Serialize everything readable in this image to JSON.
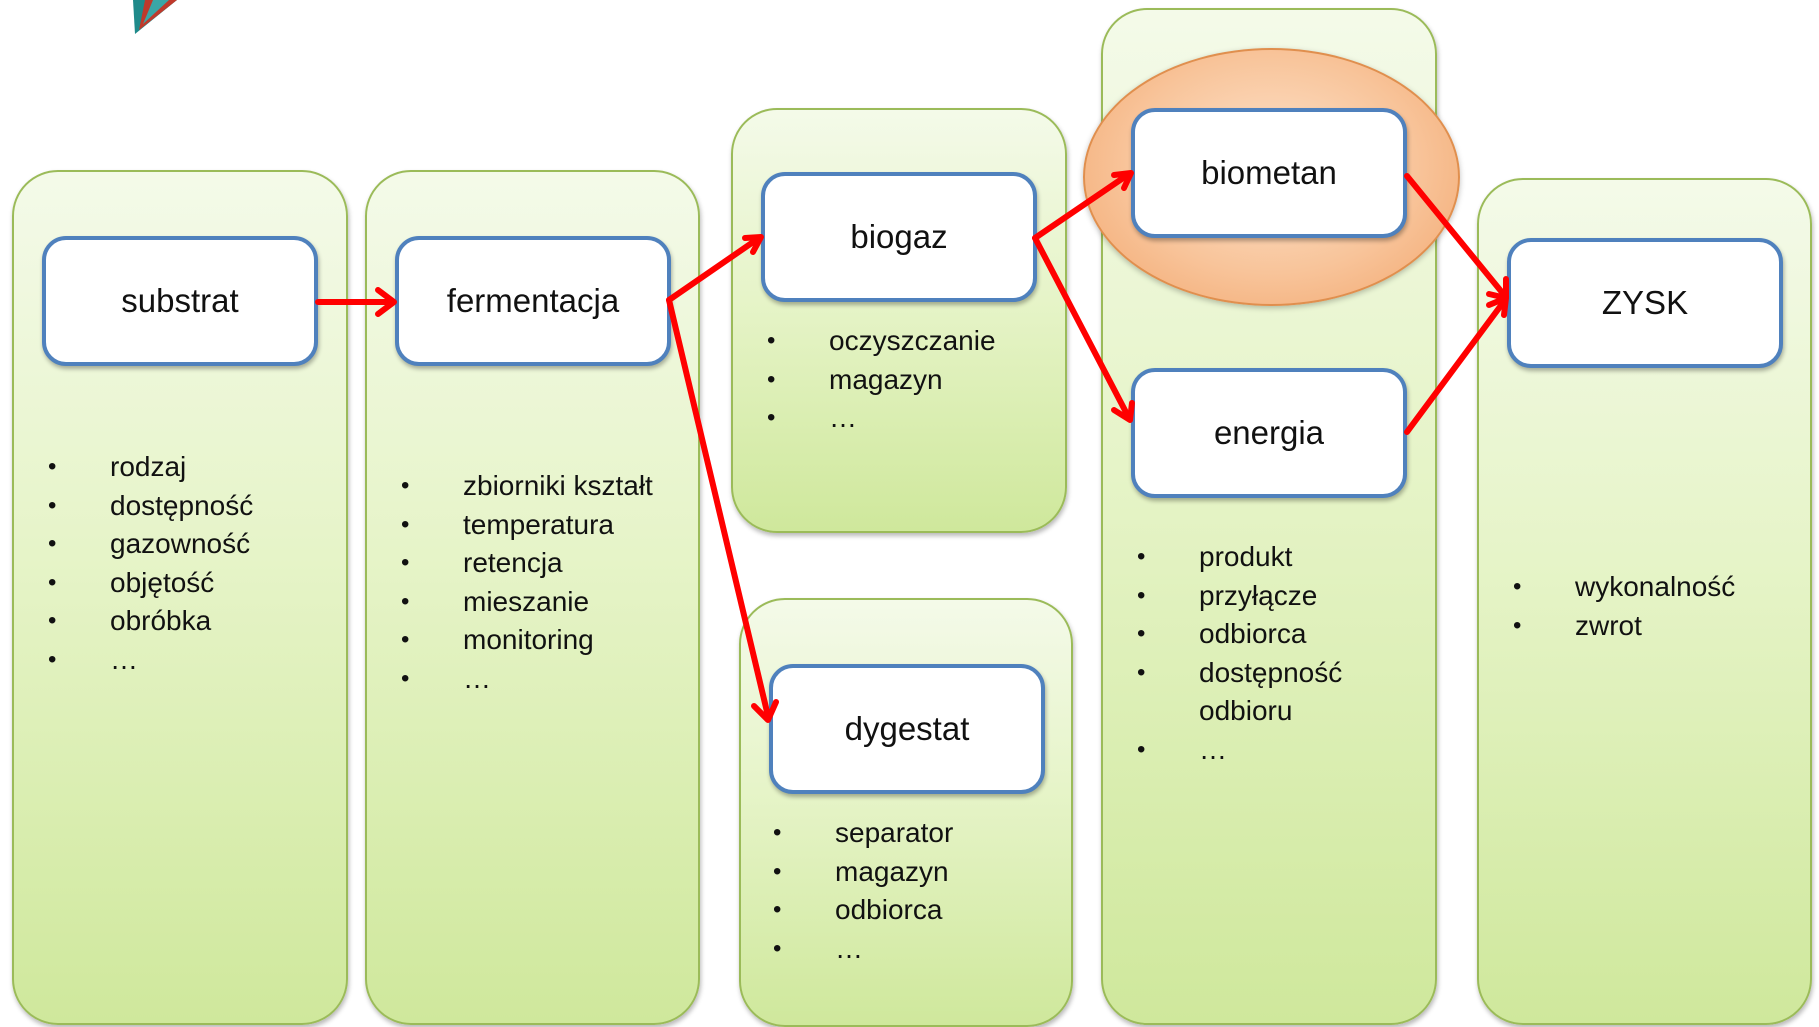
{
  "columns": {
    "substrat": {
      "title": "substrat",
      "items": [
        "rodzaj",
        "dostępność",
        "gazowność",
        "objętość",
        "obróbka",
        "…"
      ]
    },
    "fermentacja": {
      "title": "fermentacja",
      "items": [
        "zbiorniki kształt",
        "temperatura",
        "retencja",
        "mieszanie",
        "monitoring",
        "…"
      ]
    },
    "biogaz": {
      "title": "biogaz",
      "items": [
        "oczyszczanie",
        "magazyn",
        "…"
      ]
    },
    "dygestat": {
      "title": "dygestat",
      "items": [
        "separator",
        "magazyn",
        "odbiorca",
        "…"
      ]
    },
    "biometan": {
      "title": "biometan"
    },
    "energia": {
      "title": "energia",
      "items": [
        "produkt",
        "przyłącze",
        "odbiorca",
        "dostępność",
        "odbioru",
        "…"
      ]
    },
    "zysk": {
      "title": "ZYSK",
      "items": [
        "wykonalność",
        "zwrot"
      ]
    }
  },
  "colors": {
    "panel_border": "#9bbb59",
    "node_border": "#4f81bd",
    "arrow": "#ff0000",
    "highlight": "#f8c49a"
  },
  "icons": {
    "logo": "chevron-logo"
  }
}
